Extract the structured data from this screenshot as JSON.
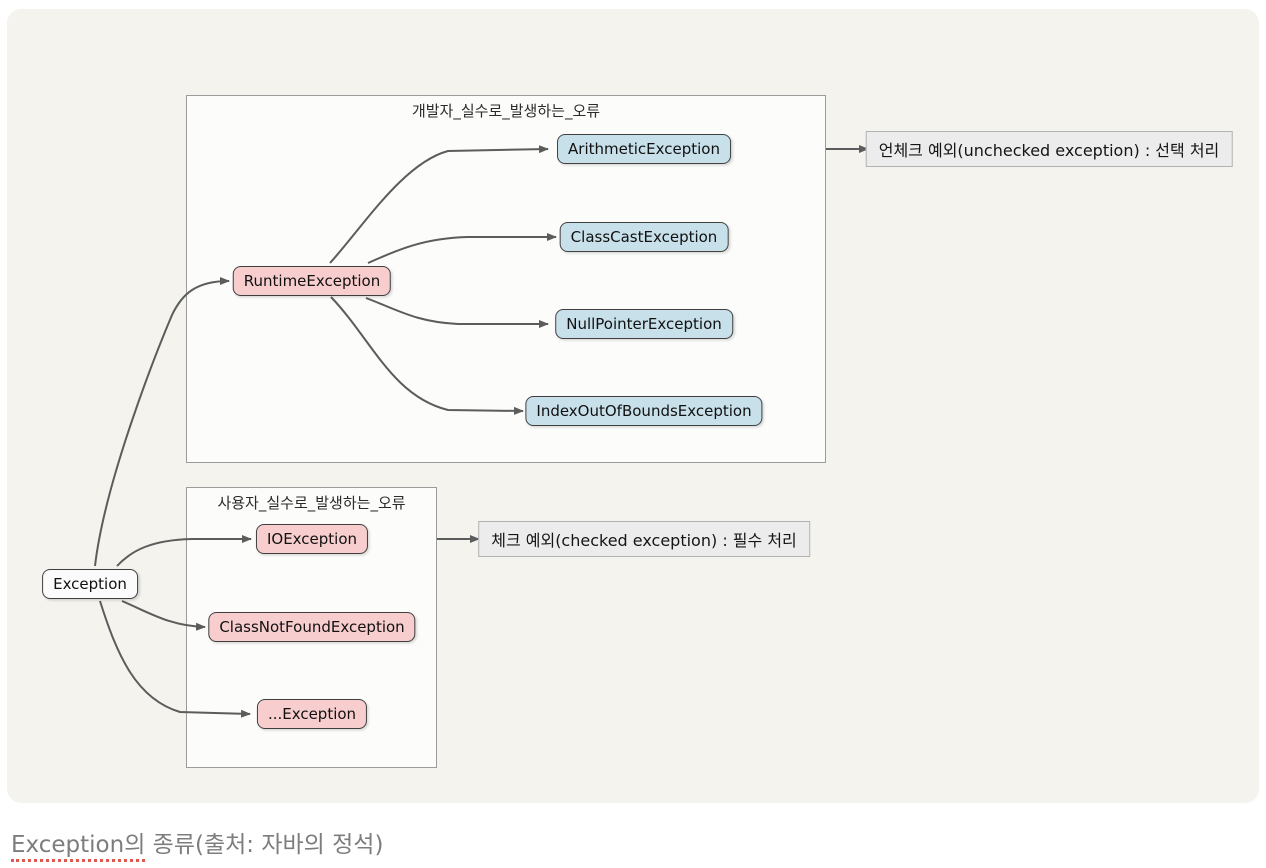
{
  "diagram": {
    "subgraphs": {
      "developer": {
        "title": "개발자_실수로_발생하는_오류"
      },
      "user": {
        "title": "사용자_실수로_발생하는_오류"
      }
    },
    "nodes": {
      "exception": {
        "label": "Exception"
      },
      "runtime": {
        "label": "RuntimeException"
      },
      "arithmetic": {
        "label": "ArithmeticException"
      },
      "classcast": {
        "label": "ClassCastException"
      },
      "nullpointer": {
        "label": "NullPointerException"
      },
      "indexoob": {
        "label": "IndexOutOfBoundsException"
      },
      "io": {
        "label": "IOException"
      },
      "classnotfound": {
        "label": "ClassNotFoundException"
      },
      "etc": {
        "label": "...Exception"
      }
    },
    "annotations": {
      "unchecked": {
        "label": "언체크 예외(unchecked exception) : 선택 처리"
      },
      "checked": {
        "label": "체크 예외(checked exception) : 필수 처리"
      }
    },
    "colors": {
      "panel_background": "#f5f3ee",
      "subgraph_background": "#fcfcfb",
      "subgraph_border": "#9b9b9b",
      "node_pink": "#f8cdce",
      "node_blue": "#c8e0ea",
      "node_neutral": "#fbfbfb",
      "node_border": "#404040",
      "edge": "#5c5c5c",
      "annotation_background": "#ececec",
      "caption_text": "#7d7d7d",
      "spellcheck_underline": "#e0584f"
    }
  },
  "caption": {
    "highlight": "Exception의",
    "rest": " 종류(출처: 자바의 정석)"
  }
}
